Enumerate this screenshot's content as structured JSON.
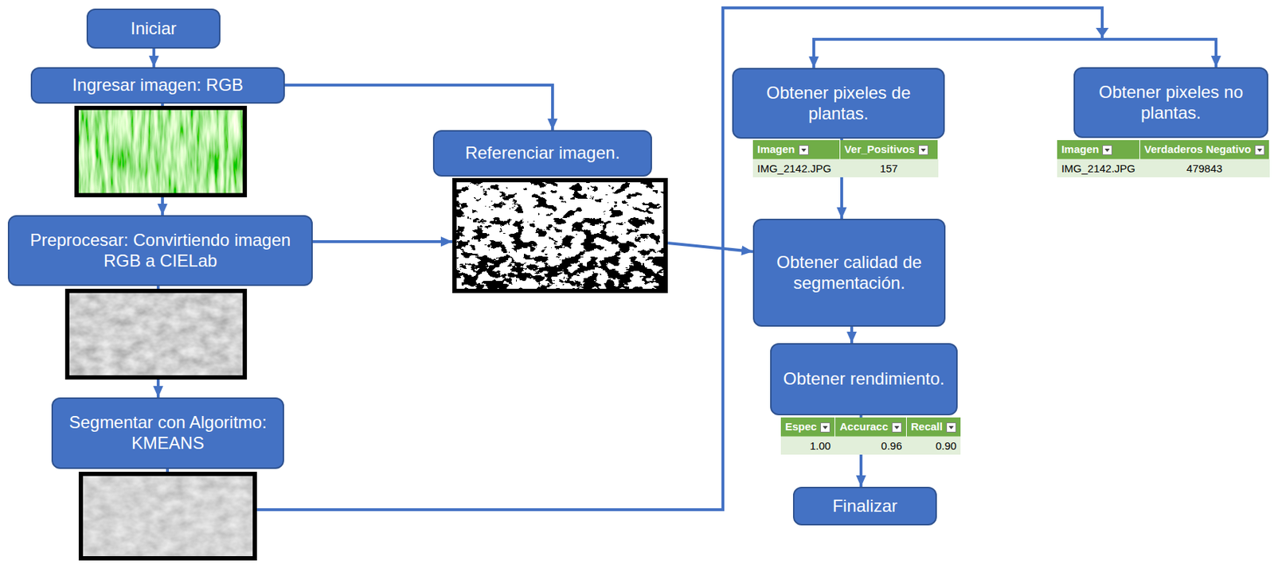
{
  "diagram": {
    "nodes": [
      {
        "text": [
          "Iniciar"
        ]
      },
      {
        "text": [
          "Ingresar imagen: RGB"
        ]
      },
      {
        "text": [
          "Preprocesar: Convirtiendo imagen RGB a CIELab"
        ]
      },
      {
        "text": [
          "Segmentar con Algoritmo: KMEANS"
        ]
      },
      {
        "text": [
          "Referenciar imagen."
        ]
      },
      {
        "text": [
          "Obtener pixeles de plantas."
        ]
      },
      {
        "text": [
          "Obtener pixeles no plantas."
        ]
      },
      {
        "text": [
          "Obtener calidad de segmentación."
        ]
      },
      {
        "text": [
          "Obtener rendimiento."
        ]
      },
      {
        "text": [
          "Finalizar"
        ]
      }
    ],
    "edges": [
      {
        "from": 0,
        "to": 1,
        "arrow": "to"
      },
      {
        "from": 1,
        "to": 2,
        "arrow": "to"
      },
      {
        "from": 1,
        "to": 4,
        "arrow": "to"
      },
      {
        "from": 2,
        "to": 4,
        "arrow": "to"
      },
      {
        "from": 2,
        "to": 3,
        "arrow": "to"
      },
      {
        "from": 3,
        "to": 5,
        "arrow": "to"
      },
      {
        "from": 3,
        "to": 6,
        "arrow": "to"
      },
      {
        "from": 4,
        "to": 7,
        "arrow": "to"
      },
      {
        "from": 5,
        "to": 7,
        "arrow": "to"
      },
      {
        "from": 7,
        "to": 8,
        "arrow": "to"
      },
      {
        "from": 8,
        "to": 9,
        "arrow": "to"
      }
    ],
    "labels": [
      "Imagen",
      "Ver_Positivos",
      "IMG_2142.JPG",
      "157",
      "Imagen",
      "Verdaderos Negativo",
      "IMG_2142.JPG",
      "479843",
      "Espec",
      "Accuracc",
      "Recall",
      "1.00",
      "0.96",
      "0.90"
    ]
  }
}
